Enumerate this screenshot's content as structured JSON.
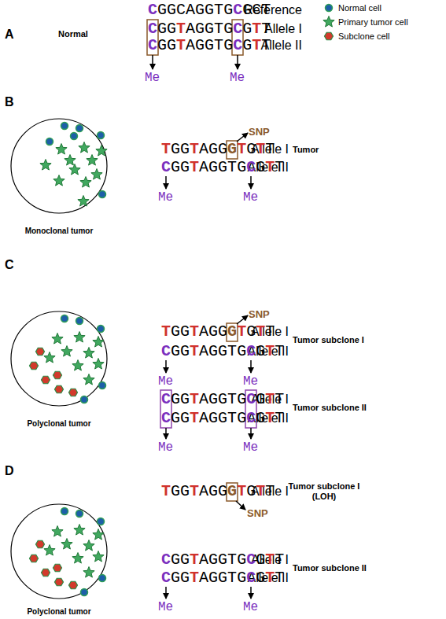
{
  "diagram": {
    "nodes": [
      {
        "text": [
          "Monoclonal tumor"
        ]
      },
      {
        "text": [
          "Polyclonal tumor"
        ]
      },
      {
        "text": [
          "Polyclonal tumor"
        ]
      }
    ],
    "labels": [
      "A",
      "Reference",
      "CGGCAGGTGCGCT",
      "Allele I",
      "CGGTAGGTGCGTT",
      "Normal",
      "Allele II",
      "CGGTAGGTGCGTT",
      "Me",
      "Me",
      "B",
      "SNP",
      "Allele I",
      "TGGTAGGGTGTT",
      "Tumor",
      "Allele II",
      "CGGTAGGTGCGTT",
      "Me",
      "Me",
      "C",
      "SNP",
      "Allele I",
      "TGGTAGGGTGTT",
      "Tumor subclone I",
      "Allele II",
      "CGGTAGGTGCGTT",
      "Me",
      "Me",
      "Allele I",
      "CGGTAGGTGCGTT",
      "Tumor subclone II",
      "Allele II",
      "CGGTAGGTGCGTT",
      "Me",
      "Me",
      "D",
      "Allele I",
      "TGGTAGGGTGTT",
      "Tumor subclone I (LOH)",
      "SNP",
      "Allele I",
      "CGGTAGGTGCGTT",
      "Tumor subclone II",
      "Allele II",
      "CGGTAGGTGCGTT",
      "Me",
      "Me"
    ],
    "legend": [
      {
        "text": "Normal cell"
      },
      {
        "text": "Primary tumor cell"
      },
      {
        "text": "Subclone cell"
      }
    ]
  }
}
